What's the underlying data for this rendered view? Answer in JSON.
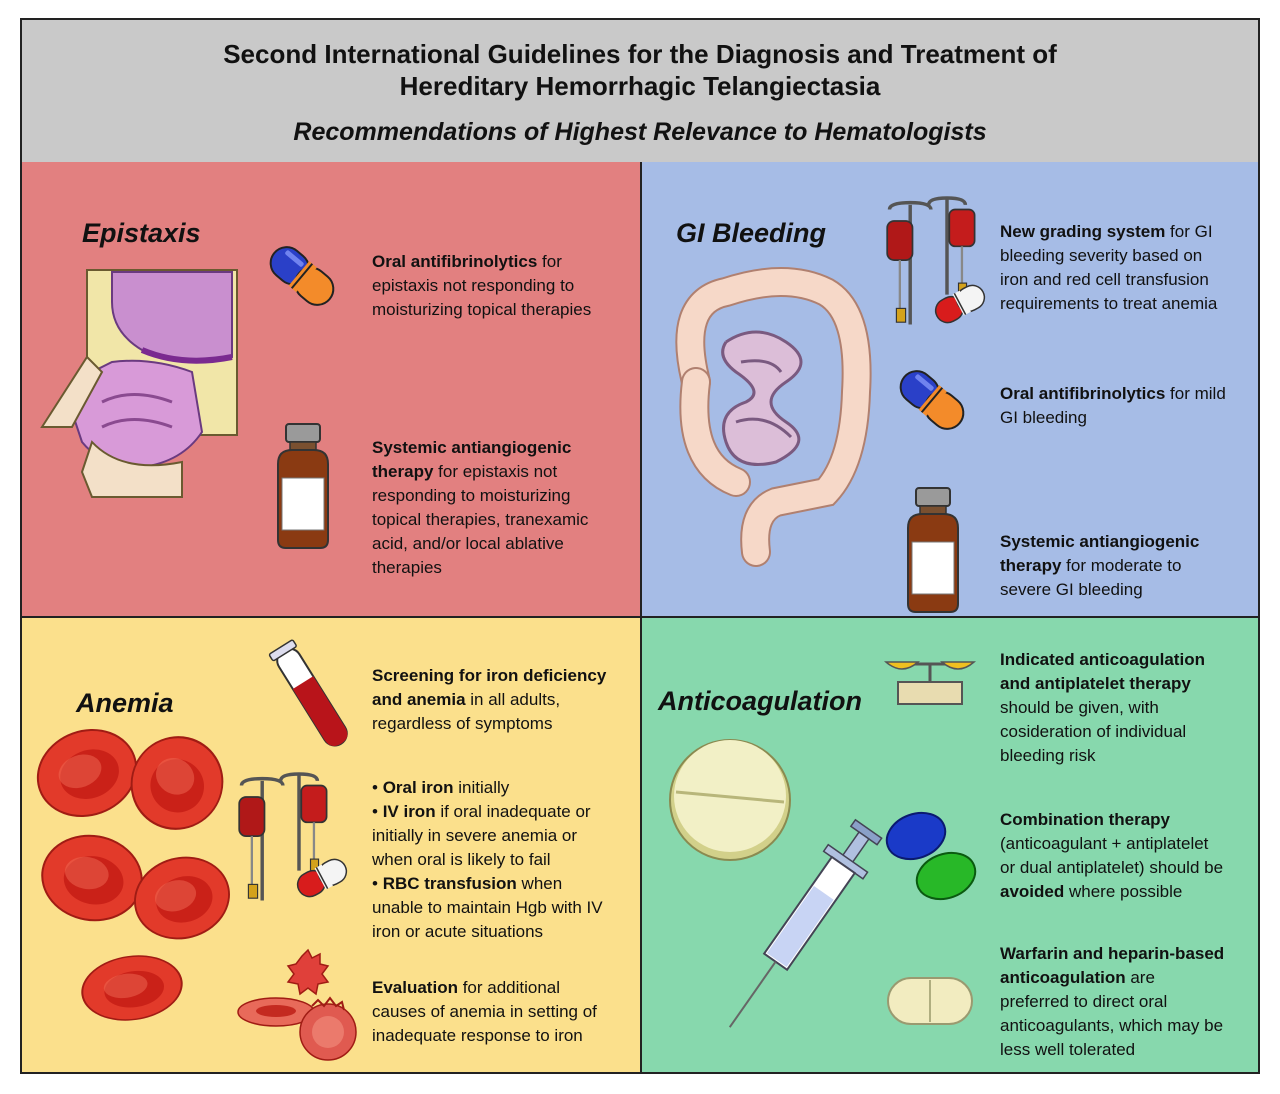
{
  "header": {
    "title_line1": "Second International Guidelines for the Diagnosis and Treatment of",
    "title_line2": "Hereditary Hemorrhagic Telangiectasia",
    "subtitle": "Recommendations of Highest Relevance to Hematologists"
  },
  "colors": {
    "header_bg": "#c9c9c9",
    "epistaxis_bg": "#e28080",
    "gi_bg": "#a6bce6",
    "anemia_bg": "#fbe08c",
    "anticoagulation_bg": "#87d8ad"
  },
  "epistaxis": {
    "title": "Epistaxis",
    "rec1_bold": "Oral antifibrinolytics",
    "rec1_text1": " for",
    "rec1_line2": "epistaxis not responding to",
    "rec1_line3": "moisturizing topical therapies",
    "rec2_bold1": "Systemic antiangiogenic",
    "rec2_bold2": "therapy",
    "rec2_text2": " for epistaxis not",
    "rec2_line3": "responding to moisturizing",
    "rec2_line4": "topical therapies, tranexamic",
    "rec2_line5": "acid, and/or local ablative",
    "rec2_line6": "therapies",
    "icons": [
      "nasal-cavity-icon",
      "capsule-icon",
      "medicine-vial-icon"
    ]
  },
  "gi": {
    "title": "GI Bleeding",
    "rec1_bold": "New grading system",
    "rec1_text1": " for GI",
    "rec1_line2": "bleeding severity based on",
    "rec1_line3": "iron and red cell transfusion",
    "rec1_line4": "requirements to treat anemia",
    "rec2_bold": "Oral antifibrinolytics",
    "rec2_text1": " for mild",
    "rec2_line2": "GI bleeding",
    "rec3_bold1": "Systemic antiangiogenic",
    "rec3_bold2": "therapy",
    "rec3_text2": " for moderate to",
    "rec3_line3": "severe GI bleeding",
    "icons": [
      "intestine-icon",
      "iv-transfusion-icon",
      "capsule-icon",
      "medicine-vial-icon"
    ]
  },
  "anemia": {
    "title": "Anemia",
    "rec1_bold1": "Screening for iron deficiency",
    "rec1_bold2": "and anemia",
    "rec1_text2": " in all adults,",
    "rec1_line3": "regardless of symptoms",
    "bullet": "•",
    "rec2_b1_bold": "Oral iron",
    "rec2_b1_text": " initially",
    "rec2_b2_bold": "IV iron",
    "rec2_b2_text": " if oral inadequate or",
    "rec2_b2_line2": "initially in severe anemia or",
    "rec2_b2_line3": "when oral is likely to fail",
    "rec2_b3_bold": "RBC transfusion",
    "rec2_b3_text": " when",
    "rec2_b3_line2": "unable to maintain Hgb with IV",
    "rec2_b3_line3": "iron or acute situations",
    "rec3_bold": "Evaluation",
    "rec3_text1": " for additional",
    "rec3_line2": "causes of anemia in setting of",
    "rec3_line3": "inadequate response to iron",
    "icons": [
      "red-blood-cells-icon",
      "blood-tube-icon",
      "iv-transfusion-icon",
      "capsule-icon",
      "abnormal-cells-icon"
    ]
  },
  "anticoagulation": {
    "title": "Anticoagulation",
    "rec1_bold1": "Indicated anticoagulation",
    "rec1_bold2": "and antiplatelet therapy",
    "rec1_line3": "should be given, with",
    "rec1_line4": "cosideration of individual",
    "rec1_line5": "bleeding risk",
    "rec2_bold1": "Combination therapy",
    "rec2_line2": "(anticoagulant + antiplatelet",
    "rec2_line3": "or dual antiplatelet) should be",
    "rec2_bold4": "avoided",
    "rec2_text4": " where possible",
    "rec3_bold1": "Warfarin and heparin-based",
    "rec3_bold2": "anticoagulation",
    "rec3_text2": " are",
    "rec3_line3": "preferred to direct oral",
    "rec3_line4": "anticoagulants, which may be",
    "rec3_line5": "less well tolerated",
    "icons": [
      "balance-scale-icon",
      "tablet-icon",
      "syringe-icon",
      "pills-icon",
      "oval-tablet-icon"
    ]
  }
}
